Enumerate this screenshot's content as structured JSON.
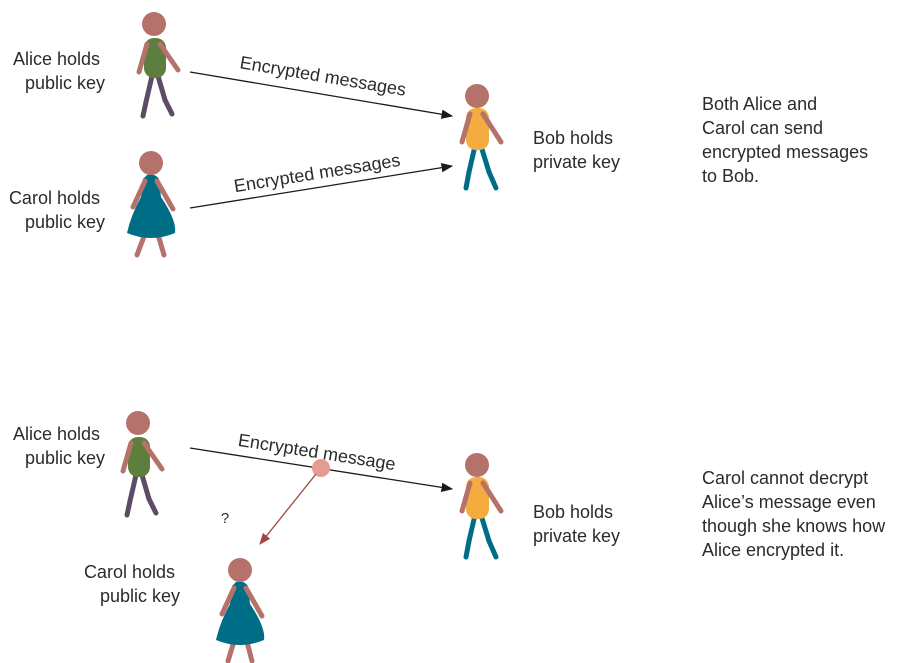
{
  "colors": {
    "skin": "#b5726a",
    "alice_shirt": "#5d7e3d",
    "alice_pants": "#5e4b66",
    "bob_shirt": "#f4ab40",
    "bob_pants": "#006d87",
    "carol_dress": "#006d87",
    "arrow": "#1a1a1a",
    "intercept_arrow": "#a0473e",
    "intercept_dot": "#e59d92",
    "question_mark": "#8b2a2a"
  },
  "top_panel": {
    "alice_label": [
      "Alice holds",
      "public key"
    ],
    "carol_label": [
      "Carol holds",
      "public key"
    ],
    "bob_label": [
      "Bob holds",
      "private key"
    ],
    "arrow_alice_label": "Encrypted messages",
    "arrow_carol_label": "Encrypted messages",
    "note": [
      "Both Alice and",
      "Carol can send",
      "encrypted messages",
      "to Bob."
    ]
  },
  "bottom_panel": {
    "alice_label": [
      "Alice holds",
      "public key"
    ],
    "carol_label": [
      "Carol holds",
      "public key"
    ],
    "bob_label": [
      "Bob holds",
      "private key"
    ],
    "arrow_label": "Encrypted message",
    "question_mark": "?",
    "note": [
      "Carol cannot decrypt",
      "Alice’s message even",
      "though she knows how",
      "Alice encrypted it."
    ]
  }
}
